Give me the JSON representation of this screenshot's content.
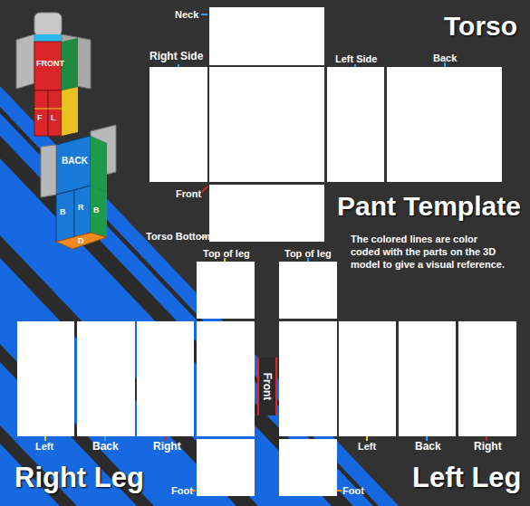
{
  "diagram": {
    "title": "Pant Template",
    "nodes": [
      {
        "text": [
          "Front"
        ]
      }
    ],
    "labels": [
      "Torso",
      "Neck",
      "Right Side",
      "Left Side",
      "Back",
      "Front",
      "Torso Bottom",
      "The colored lines are color coded with the parts on the 3D model to give a visual reference.",
      "Top of leg",
      "Top of leg",
      "Left",
      "Back",
      "Right",
      "Foot",
      "Left",
      "Back",
      "Right",
      "Foot",
      "Right Leg",
      "Left Leg",
      "FRONT",
      "F",
      "L",
      "BACK",
      "B",
      "R",
      "B",
      "D"
    ]
  }
}
